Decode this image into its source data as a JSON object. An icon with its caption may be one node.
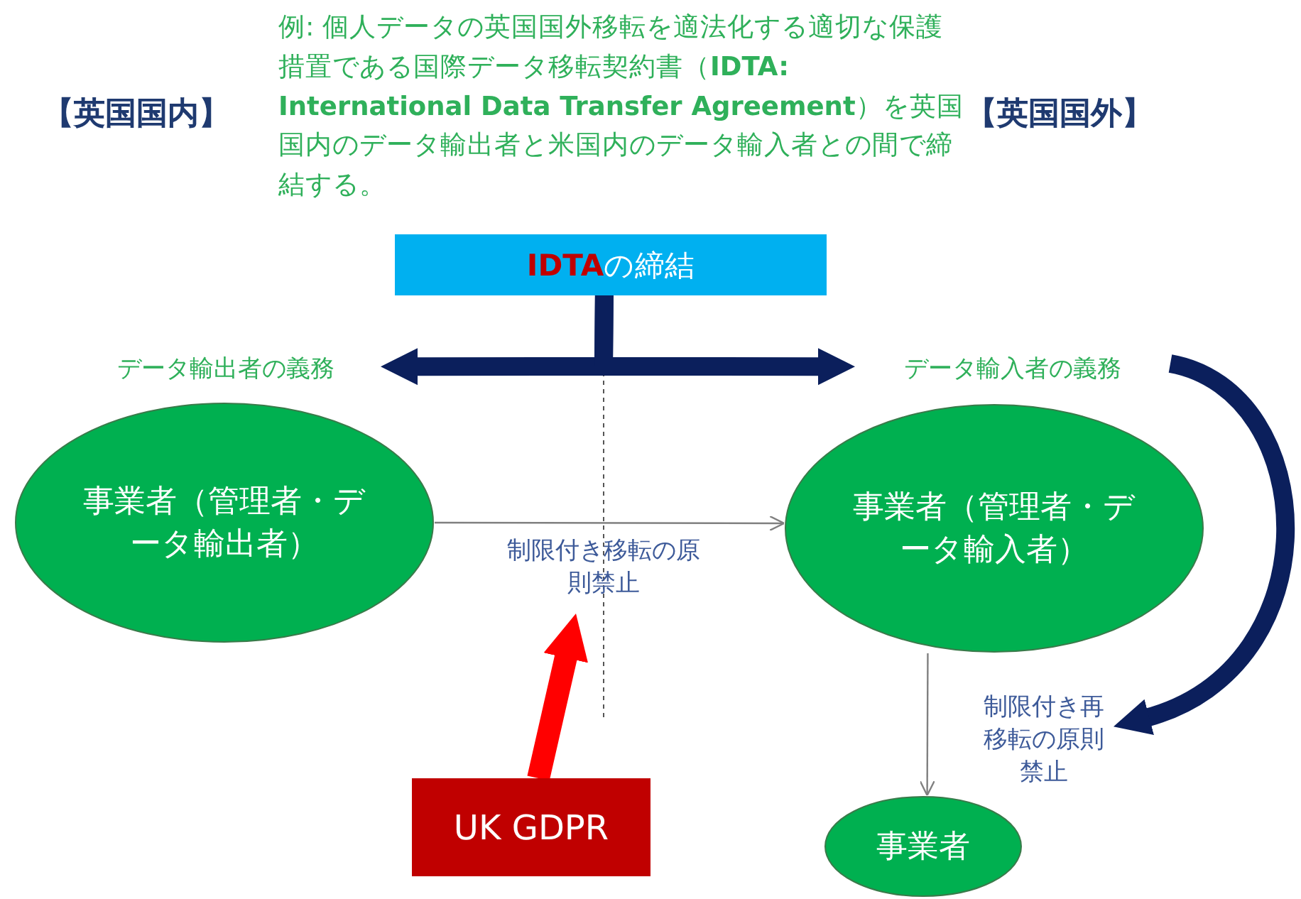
{
  "diagram": {
    "nodes": [
      {
        "text": [
          "**IDTA**の締結"
        ]
      },
      {
        "text": [
          "データ輸出者の義務"
        ]
      },
      {
        "text": [
          "データ輸入者の義務"
        ]
      },
      {
        "text": [
          "事業者（管理者・データ輸出者）"
        ]
      },
      {
        "text": [
          "事業者（管理者・データ輸入者）"
        ]
      },
      {
        "text": [
          "UK GDPR"
        ]
      },
      {
        "text": [
          "制限付き移転の原則禁止"
        ]
      },
      {
        "text": [
          "事業者"
        ]
      },
      {
        "text": [
          "制限付き再移転の原則禁止"
        ]
      }
    ],
    "edges": [
      {
        "from": 0,
        "to": 1,
        "arrow": "to"
      },
      {
        "from": 0,
        "to": 2,
        "arrow": "to"
      },
      {
        "from": 3,
        "to": 4,
        "arrow": "to",
        "color": "#808080"
      },
      {
        "from": 5,
        "to": 6,
        "arrow": "to",
        "color": "#ff0000"
      },
      {
        "from": 4,
        "to": 7,
        "arrow": "to",
        "color": "#808080"
      },
      {
        "from": 2,
        "to": 8,
        "arrow": "to"
      }
    ],
    "labels": [
      "例: 個人データの英国国外移転を適法化する適切な保護措置である国際データ移転契約書（**IDTA: International Data Transfer Agreement**）を英国国内のデータ輸出者と米国内のデータ輸入者との間で締結する。",
      "【英国国内】",
      "【英国国外】"
    ]
  }
}
